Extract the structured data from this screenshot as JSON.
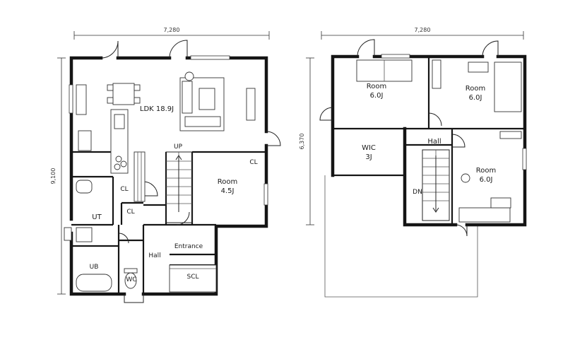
{
  "floor1": {
    "width_dim": "7,280",
    "height_dim": "9,100",
    "rooms": {
      "ldk": "LDK 18.9J",
      "room": "Room",
      "room_size": "4.5J",
      "cl_room": "CL",
      "cl_small": "CL",
      "cl_ut": "CL",
      "ut": "UT",
      "ub": "UB",
      "wc": "WC",
      "hall": "Hall",
      "entrance": "Entrance",
      "scl": "SCL",
      "up": "UP"
    }
  },
  "floor2": {
    "width_dim": "7,280",
    "height_dim": "6,370",
    "rooms": {
      "room_a": "Room",
      "room_a_size": "6.0J",
      "room_b": "Room",
      "room_b_size": "6.0J",
      "room_c": "Room",
      "room_c_size": "6.0J",
      "wic": "WIC",
      "wic_size": "3J",
      "hall": "Hall",
      "dn": "DN"
    }
  }
}
